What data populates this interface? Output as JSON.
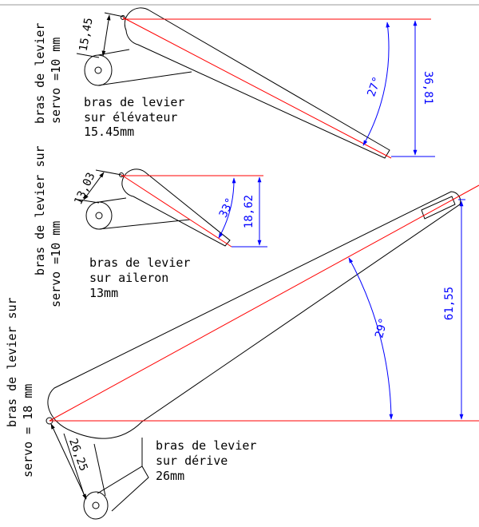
{
  "colors": {
    "outline": "#000000",
    "reference_line": "#ff0000",
    "dimension": "#0000ff",
    "background": "#ffffff"
  },
  "elevator": {
    "side_label_1": "bras de levier",
    "side_label_2": "servo =10 mm",
    "note_line_1": "bras de levier",
    "note_line_2": "sur élévateur",
    "note_line_3": "15.45mm",
    "arm_dim": "15,45",
    "height_dim": "36,81",
    "angle_dim": "27°"
  },
  "aileron": {
    "side_label_1": "bras de levier sur",
    "side_label_2": "servo =10 mm",
    "note_line_1": "bras de levier",
    "note_line_2": "sur aileron",
    "note_line_3": "13mm",
    "arm_dim": "13,03",
    "height_dim": "18,62",
    "angle_dim": "33°"
  },
  "rudder": {
    "side_label_1": "bras de levier sur",
    "side_label_2": "servo = 18 mm",
    "note_line_1": "bras de levier",
    "note_line_2": "sur dérive",
    "note_line_3": "26mm",
    "arm_dim": "26,25",
    "height_dim": "61,55",
    "angle_dim": "29°"
  }
}
